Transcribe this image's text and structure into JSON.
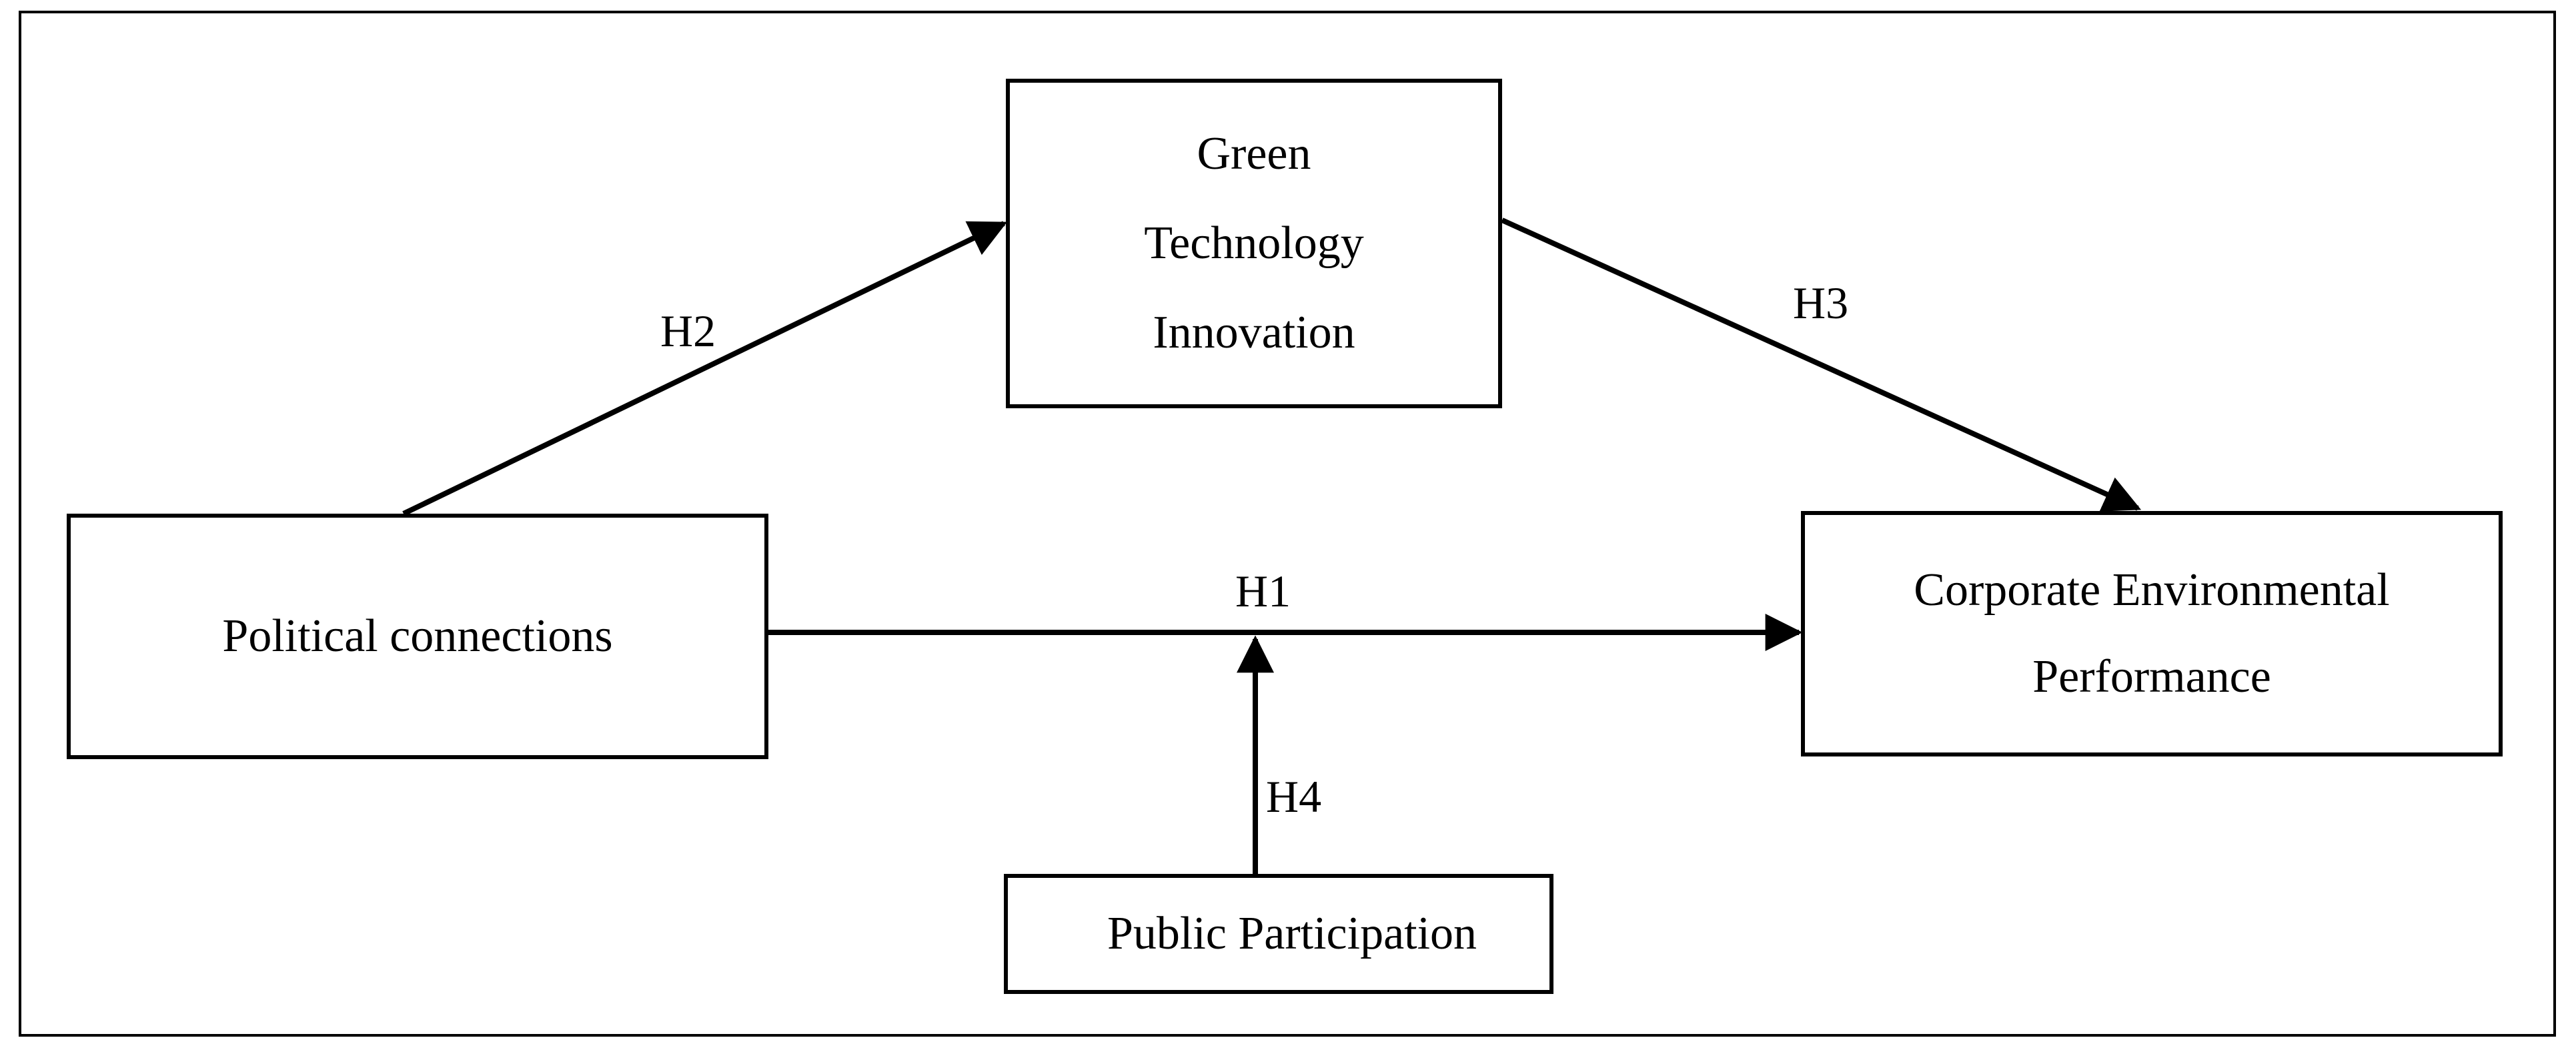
{
  "nodes": {
    "green_tech": {
      "lines": [
        "Green",
        "Technology",
        "Innovation"
      ]
    },
    "political": {
      "lines": [
        "Political connections"
      ]
    },
    "environmental": {
      "lines": [
        "Corporate Environmental",
        "Performance"
      ]
    },
    "public": {
      "lines": [
        "Public Participation"
      ]
    }
  },
  "edges": {
    "h1": "H1",
    "h2": "H2",
    "h3": "H3",
    "h4": "H4"
  },
  "colors": {
    "stroke": "#000000",
    "background": "#ffffff"
  }
}
